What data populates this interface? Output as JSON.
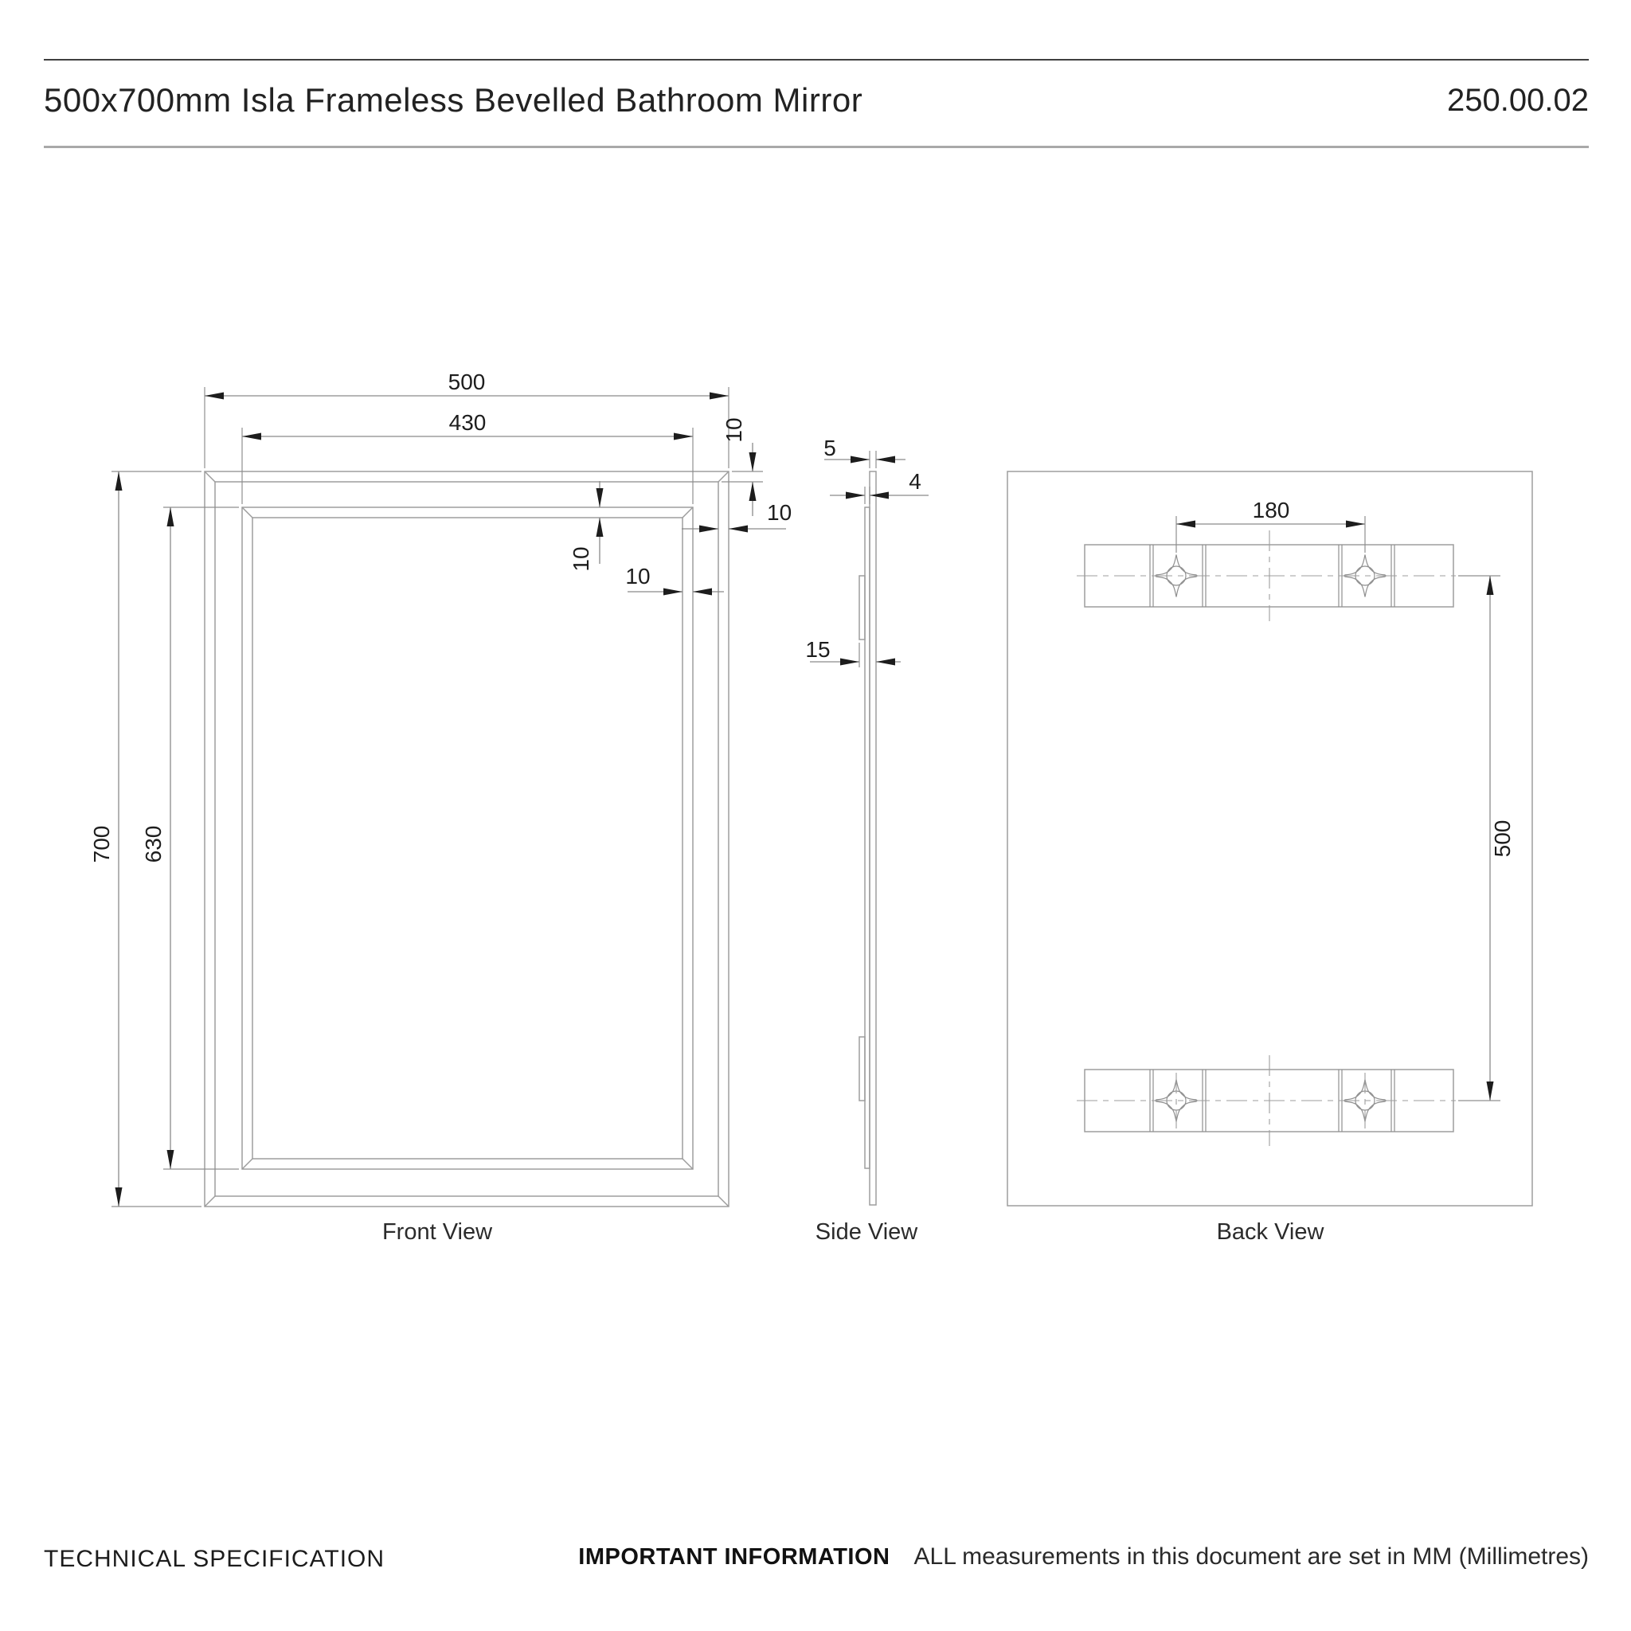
{
  "header": {
    "title": "500x700mm Isla Frameless Bevelled Bathroom Mirror",
    "code": "250.00.02"
  },
  "views": {
    "front_label": "Front View",
    "side_label": "Side View",
    "back_label": "Back View"
  },
  "dims": {
    "front": {
      "overall_width": "500",
      "inner_width": "430",
      "overall_height": "700",
      "inner_height": "630",
      "bevel_labels": [
        "10",
        "10",
        "10",
        "10"
      ]
    },
    "side": {
      "glass_thickness": "5",
      "backing_thickness": "4",
      "overall_depth": "15"
    },
    "back": {
      "fixing_centres": "180",
      "bracket_centres": "500"
    }
  },
  "footer": {
    "left_label": "TECHNICAL SPECIFICATION",
    "important_label": "IMPORTANT INFORMATION",
    "important_text": "ALL measurements in this document are set in MM (Millimetres)"
  },
  "colors": {
    "background": "#ffffff",
    "drawing_line": "#9d9d9d",
    "dimension_line": "#8a8a8a",
    "dimension_text": "#1d1d1d",
    "rule_dark": "#3f3f3f",
    "rule_light": "#a9a9a9"
  }
}
